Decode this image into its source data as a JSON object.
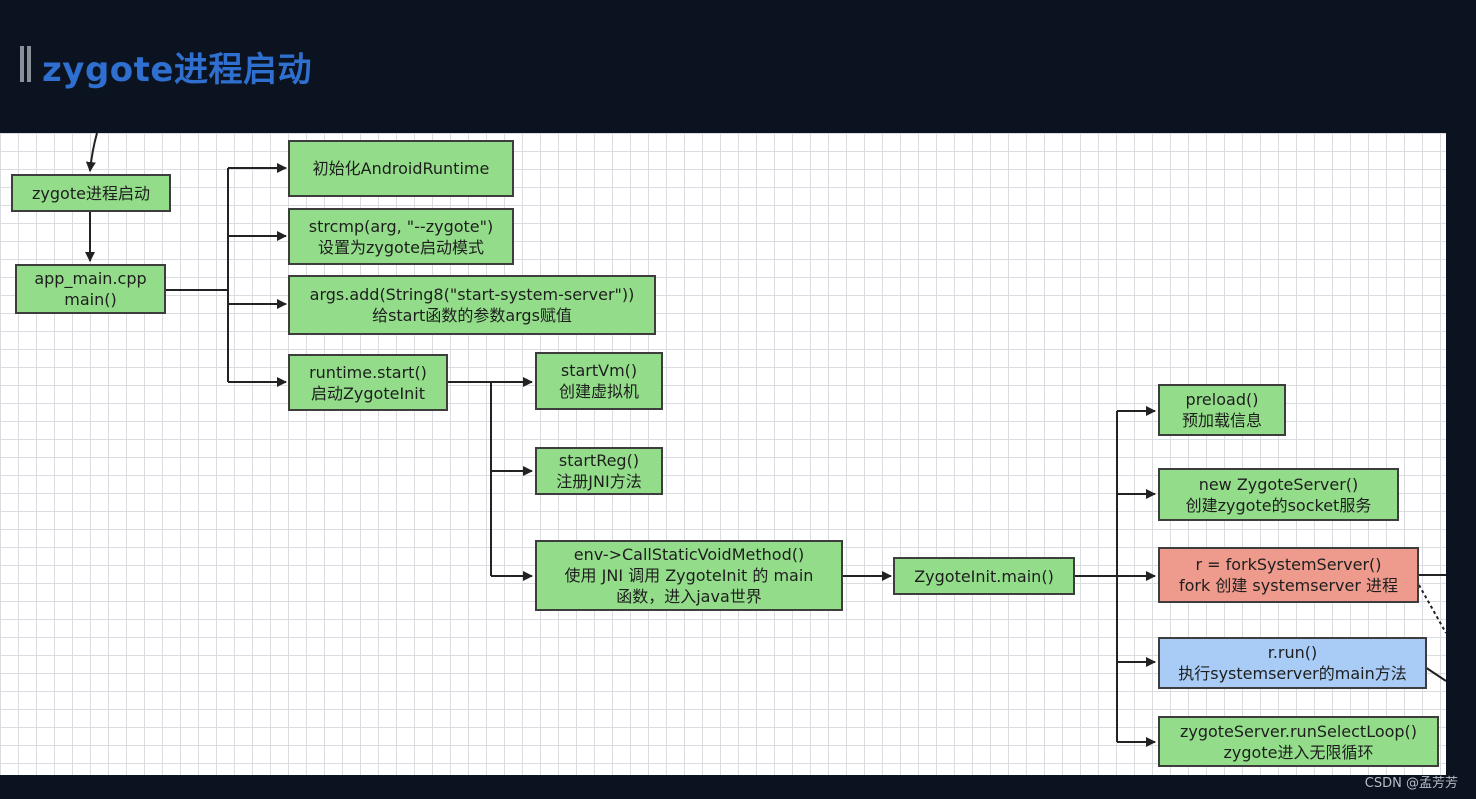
{
  "page": {
    "title": "zygote进程启动",
    "watermark": "CSDN @孟芳芳"
  },
  "colors": {
    "green": "#93dd8a",
    "red": "#ee9a8c",
    "blue": "#a8ccf5",
    "title": "#2f6fd0"
  },
  "nodes": {
    "zygote_start": [
      "zygote进程启动"
    ],
    "app_main": [
      "app_main.cpp",
      "main()"
    ],
    "init_runtime": [
      "初始化AndroidRuntime"
    ],
    "strcmp": [
      "strcmp(arg, \"--zygote\")",
      "设置为zygote启动模式"
    ],
    "args_add": [
      "args.add(String8(\"start-system-server\"))",
      "给start函数的参数args赋值"
    ],
    "runtime_start": [
      "runtime.start()",
      "启动ZygoteInit"
    ],
    "start_vm": [
      "startVm()",
      "创建虚拟机"
    ],
    "start_reg": [
      "startReg()",
      "注册JNI方法"
    ],
    "call_static": [
      "env->CallStaticVoidMethod()",
      "使用 JNI 调用 ZygoteInit 的 main",
      "函数，进入java世界"
    ],
    "zygoteinit_main": [
      "ZygoteInit.main()"
    ],
    "preload": [
      "preload()",
      "预加载信息"
    ],
    "new_server": [
      "new ZygoteServer()",
      "创建zygote的socket服务"
    ],
    "fork_system": [
      "r = forkSystemServer()",
      "fork 创建 systemserver 进程"
    ],
    "r_run": [
      "r.run()",
      "执行systemserver的main方法"
    ],
    "select_loop": [
      "zygoteServer.runSelectLoop()",
      "zygote进入无限循环"
    ]
  }
}
